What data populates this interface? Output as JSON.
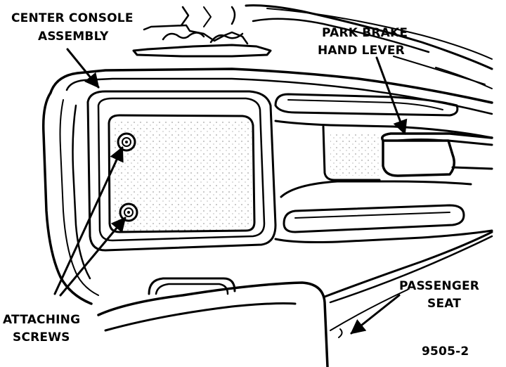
{
  "labels": {
    "center_console_line1": "CENTER CONSOLE",
    "center_console_line2": "ASSEMBLY",
    "park_brake_line1": "PARK BRAKE",
    "park_brake_line2": "HAND LEVER",
    "attaching_line1": "ATTACHING",
    "attaching_line2": "SCREWS",
    "passenger_line1": "PASSENGER",
    "passenger_line2": "SEAT",
    "figure_number": "9505-2"
  }
}
